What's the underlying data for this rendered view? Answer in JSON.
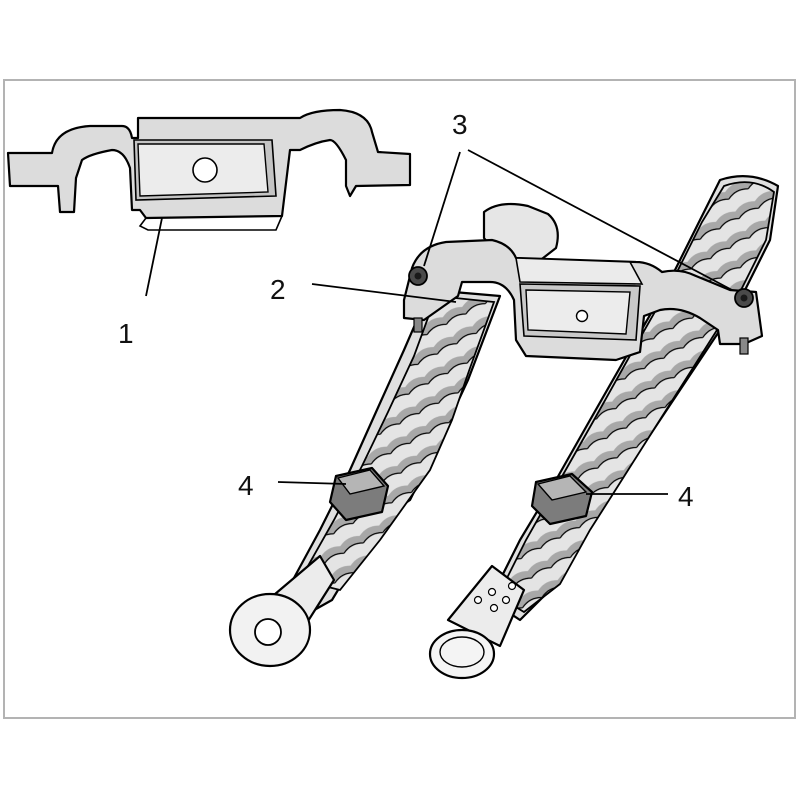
{
  "callouts": {
    "c1": "1",
    "c2": "2",
    "c3": "3",
    "c4_left": "4",
    "c4_right": "4"
  },
  "colors": {
    "background": "#ffffff",
    "frame": "#b3b3b3",
    "part_fill": "#dcdcdc",
    "part_fill_light": "#ebebeb",
    "part_shadow": "#a9a9a9",
    "outline": "#000000"
  }
}
